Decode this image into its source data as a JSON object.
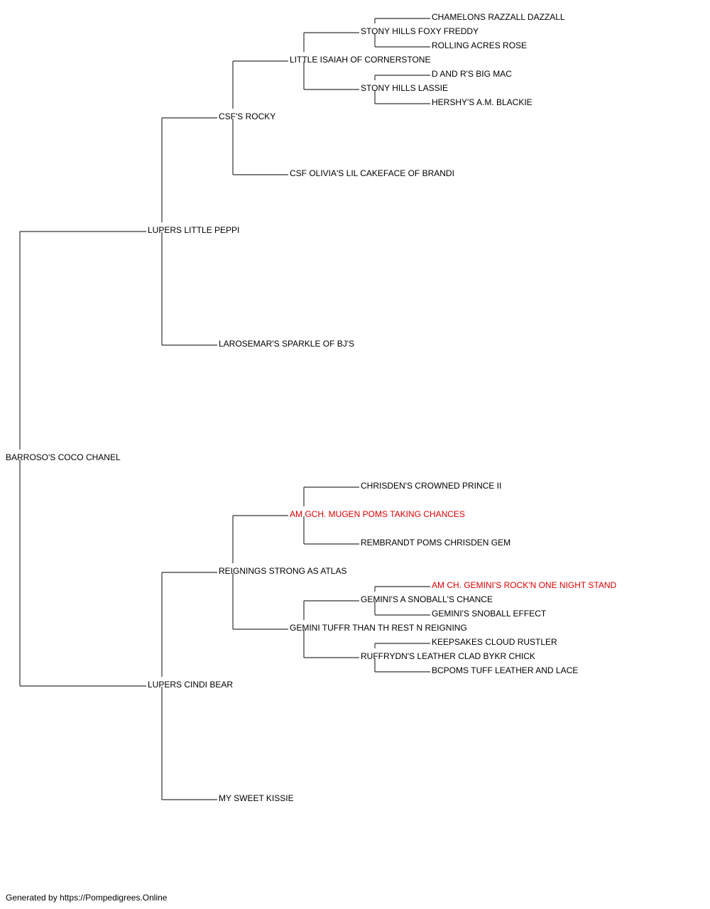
{
  "pedigree": {
    "subject": {
      "name": "BARROSO'S COCO CHANEL",
      "titled": false
    },
    "sire": {
      "name": "LUPERS LITTLE PEPPI",
      "titled": false
    },
    "dam": {
      "name": "LUPERS CINDI BEAR",
      "titled": false
    },
    "sire_sire": {
      "name": "CSF'S ROCKY",
      "titled": false
    },
    "sire_dam": {
      "name": "LAROSEMAR'S SPARKLE OF BJ'S",
      "titled": false
    },
    "dam_sire": {
      "name": "REIGNINGS STRONG AS ATLAS",
      "titled": false
    },
    "dam_dam": {
      "name": "MY SWEET KISSIE",
      "titled": false
    },
    "sss": {
      "name": "LITTLE ISAIAH OF CORNERSTONE",
      "titled": false
    },
    "ssd": {
      "name": "CSF OLIVIA'S LIL CAKEFACE OF BRANDI",
      "titled": false
    },
    "dss": {
      "name": "AM GCH. MUGEN POMS TAKING CHANCES",
      "titled": true
    },
    "dsd": {
      "name": "GEMINI TUFFR THAN TH REST N REIGNING",
      "titled": false
    },
    "ssss": {
      "name": "STONY HILLS FOXY FREDDY",
      "titled": false
    },
    "sssd": {
      "name": "STONY HILLS LASSIE",
      "titled": false
    },
    "dsss": {
      "name": "CHRISDEN'S CROWNED PRINCE II",
      "titled": false
    },
    "dssd": {
      "name": "REMBRANDT POMS CHRISDEN GEM",
      "titled": false
    },
    "dsds": {
      "name": "GEMINI'S A SNOBALL'S CHANCE",
      "titled": false
    },
    "dsdd": {
      "name": "RUFFRYDN'S LEATHER CLAD BYKR CHICK",
      "titled": false
    },
    "sssss": {
      "name": "CHAMELONS RAZZALL DAZZALL",
      "titled": false
    },
    "ssssd": {
      "name": "ROLLING ACRES ROSE",
      "titled": false
    },
    "sssds": {
      "name": "D AND R'S BIG MAC",
      "titled": false
    },
    "sssdd": {
      "name": "HERSHY'S A.M. BLACKIE",
      "titled": false
    },
    "dsdss": {
      "name": "AM CH. GEMINI'S ROCK'N ONE NIGHT STAND",
      "titled": true
    },
    "dsdsd": {
      "name": "GEMINI'S SNOBALL EFFECT",
      "titled": false
    },
    "dsdds": {
      "name": "KEEPSAKES CLOUD RUSTLER",
      "titled": false
    },
    "dsddd": {
      "name": "BCPOMS TUFF LEATHER AND LACE",
      "titled": false
    }
  },
  "footer": "Generated by https://Pompedigrees.Online",
  "colors": {
    "titled": "#e00000",
    "normal": "#000000",
    "line": "#333333"
  }
}
